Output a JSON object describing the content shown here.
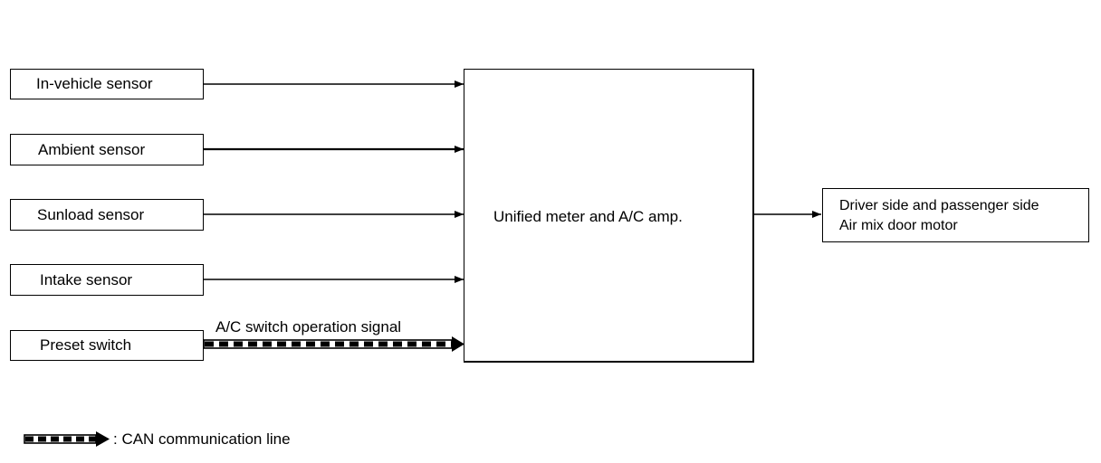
{
  "inputs": [
    {
      "id": "in-vehicle",
      "label": "In-vehicle sensor"
    },
    {
      "id": "ambient",
      "label": "Ambient sensor"
    },
    {
      "id": "sunload",
      "label": "Sunload sensor"
    },
    {
      "id": "intake",
      "label": "Intake sensor"
    },
    {
      "id": "preset",
      "label": "Preset switch"
    }
  ],
  "preset_signal_label": "A/C switch operation signal",
  "center_unit": {
    "label": "Unified meter and A/C amp."
  },
  "output": {
    "line1": "Driver side and passenger side",
    "line2": "Air mix door motor"
  },
  "legend": {
    "text": ": CAN communication line"
  }
}
